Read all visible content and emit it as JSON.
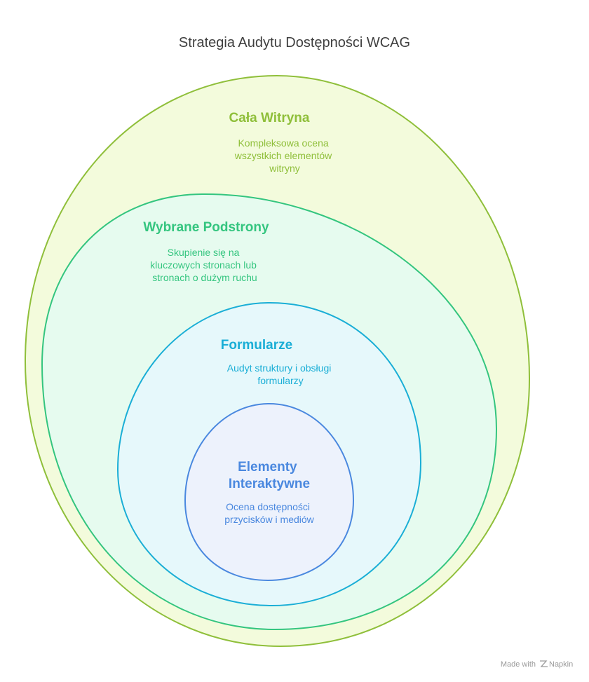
{
  "title": "Strategia Audytu Dostępności WCAG",
  "levels": [
    {
      "key": "site",
      "heading": "Cała Witryna",
      "description": [
        "Kompleksowa ocena",
        "wszystkich elementów",
        "witryny"
      ],
      "stroke": "#8fbf3a",
      "fill": "#f3fbdc",
      "text_color": "#8fbf3a",
      "desc_color": "#8fbf3a"
    },
    {
      "key": "subpages",
      "heading": "Wybrane Podstrony",
      "description": [
        "Skupienie się na",
        "kluczowych stronach lub",
        "stronach o dużym ruchu"
      ],
      "stroke": "#34c57f",
      "fill": "#e6fbef",
      "text_color": "#34c57f",
      "desc_color": "#34c57f"
    },
    {
      "key": "forms",
      "heading": "Formularze",
      "description": [
        "Audyt struktury i obsługi",
        "formularzy"
      ],
      "stroke": "#1aaed6",
      "fill": "#e6f8fb",
      "text_color": "#1aaed6",
      "desc_color": "#1aaed6"
    },
    {
      "key": "interactive",
      "heading": [
        "Elementy",
        "Interaktywne"
      ],
      "description": [
        "Ocena dostępności",
        "przycisków i mediów"
      ],
      "stroke": "#4a88df",
      "fill": "#edf2fc",
      "text_color": "#4a88df",
      "desc_color": "#4a88df"
    }
  ],
  "watermark": {
    "prefix": "Made with",
    "brand": "Napkin"
  }
}
